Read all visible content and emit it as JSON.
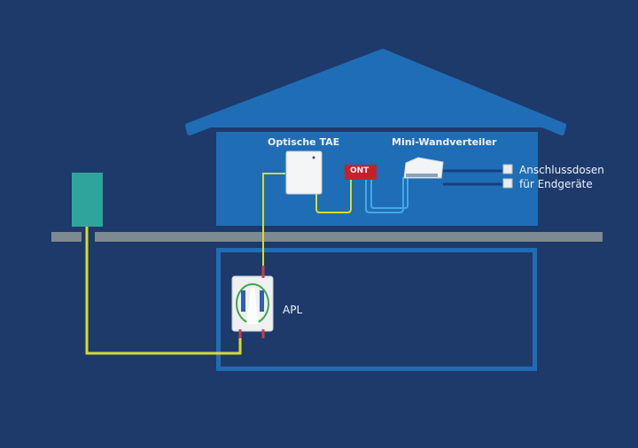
{
  "labels": {
    "optical_tae": "Optische TAE",
    "mini_distributor": "Mini-Wandverteiler",
    "ont": "ONT",
    "outlets_line1": "Anschlussdosen",
    "outlets_line2": "für Endgeräte",
    "apl": "APL"
  },
  "colors": {
    "background": "#1d3a6b",
    "house": "#1f6db5",
    "ground": "#7d8a92",
    "fiber": "#d8dc2a",
    "ethernet": "#46a8e4",
    "ont": "#c8202a",
    "cabinet": "#2ea59c"
  }
}
